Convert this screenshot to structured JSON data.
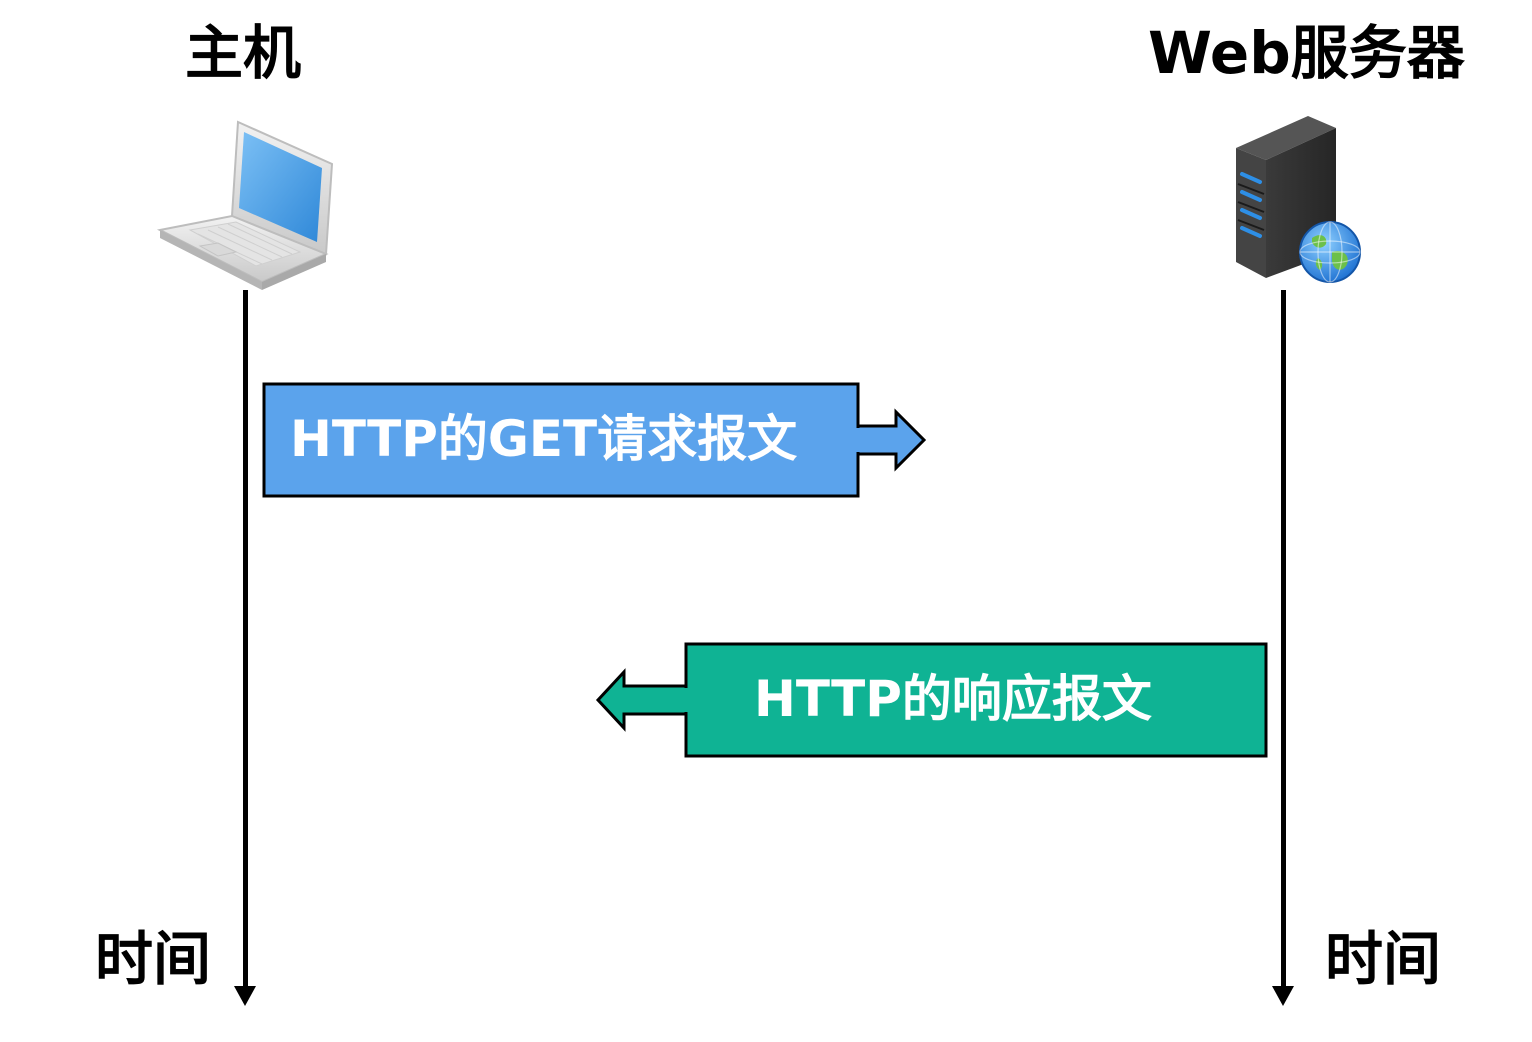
{
  "host": {
    "label": "主机",
    "icon": "laptop-icon"
  },
  "server": {
    "label": "Web服务器",
    "icon": "server-globe-icon"
  },
  "timeline": {
    "left_label": "时间",
    "right_label": "时间"
  },
  "messages": [
    {
      "text": "HTTP的GET请求报文",
      "direction": "host-to-server",
      "color": "#5BA3EC"
    },
    {
      "text": "HTTP的响应报文",
      "direction": "server-to-host",
      "color": "#0FB394"
    }
  ],
  "colors": {
    "request": "#5BA3EC",
    "response": "#0FB394",
    "line": "#000000"
  }
}
